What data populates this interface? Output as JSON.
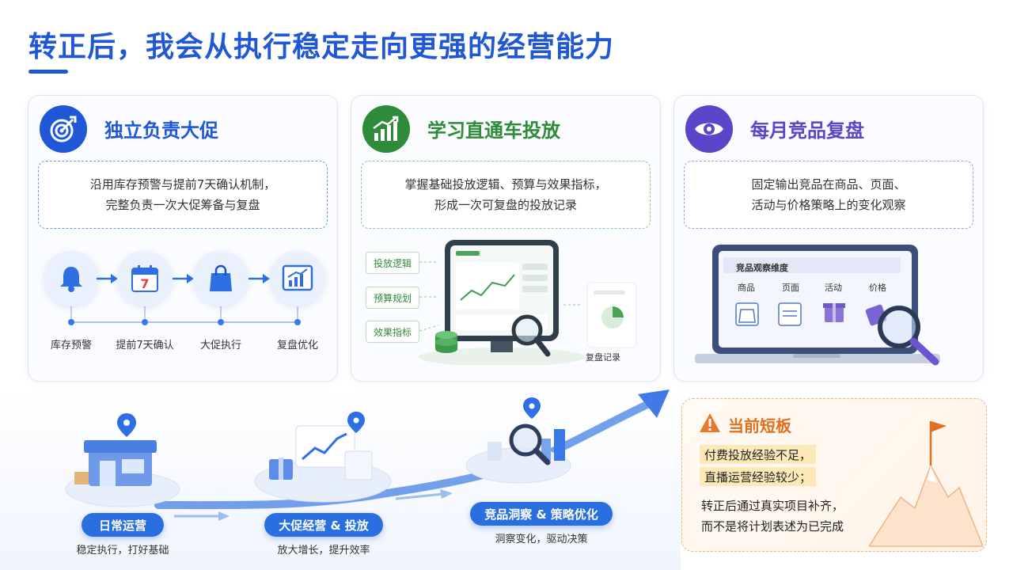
{
  "title": "转正后，我会从执行稳定走向更强的经营能力",
  "cards": [
    {
      "title": "独立负责大促",
      "line1": "沿用库存预警与提前7天确认机制，",
      "line2": "完整负责一次大促筹备与复盘",
      "steps": [
        "库存预警",
        "提前7天确认",
        "大促执行",
        "复盘优化"
      ],
      "calendar_number": "7",
      "accent": "#1f57d6"
    },
    {
      "title": "学习直通车投放",
      "line1": "掌握基础投放逻辑、预算与效果指标，",
      "line2": "形成一次可复盘的投放记录",
      "tags": [
        "投放逻辑",
        "预算规划",
        "效果指标"
      ],
      "record_label": "复盘记录",
      "accent": "#2e8b3a"
    },
    {
      "title": "每月竞品复盘",
      "line1": "固定输出竞品在商品、页面、",
      "line2": "活动与价格策略上的变化观察",
      "panel_title": "竞品观察维度",
      "dimensions": [
        "商品",
        "页面",
        "活动",
        "价格"
      ],
      "accent": "#5b45c8"
    }
  ],
  "journey": [
    {
      "label": "日常运营",
      "sub": "稳定执行，打好基础"
    },
    {
      "label": "大促经营 & 投放",
      "sub": "放大增长，提升效率"
    },
    {
      "label": "竞品洞察 & 策略优化",
      "sub": "洞察变化，驱动决策"
    }
  ],
  "shortfall": {
    "title": "当前短板",
    "line1": "付费投放经验不足，",
    "line2": "直播运营经验较少；",
    "line3": "转正后通过真实项目补齐，",
    "line4": "而不是将计划表述为已完成"
  },
  "colors": {
    "primary": "#1f57d6",
    "green": "#2e8b3a",
    "purple": "#5b45c8",
    "orange": "#e0701f"
  }
}
